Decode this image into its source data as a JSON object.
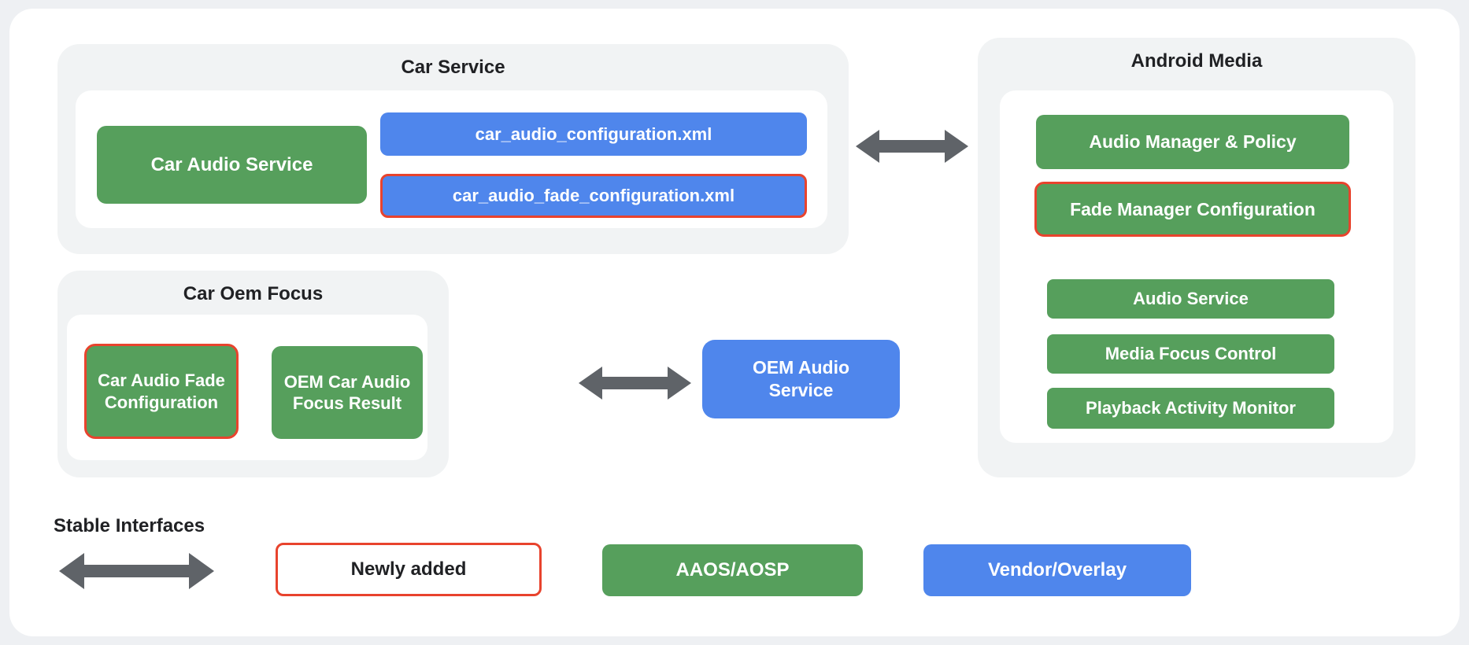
{
  "diagram": {
    "car_service": {
      "title": "Car Service",
      "car_audio_service_label": "Car Audio Service",
      "config_xml_label": "car_audio_configuration.xml",
      "fade_config_xml_label": "car_audio_fade_configuration.xml"
    },
    "android_media": {
      "title": "Android Media",
      "boxes": [
        {
          "label": "Audio Manager & Policy",
          "highlight": false
        },
        {
          "label": "Fade Manager Configuration",
          "highlight": true
        },
        {
          "label": "Audio Service",
          "highlight": false
        },
        {
          "label": "Media Focus Control",
          "highlight": false
        },
        {
          "label": "Playback Activity Monitor",
          "highlight": false
        }
      ]
    },
    "car_oem_focus": {
      "title": "Car Oem Focus",
      "fade_configuration_label": "Car Audio Fade Configuration",
      "focus_result_label": "OEM Car Audio Focus Result"
    },
    "oem_audio_service_label": "OEM Audio Service",
    "legend": {
      "stable_interfaces_label": "Stable Interfaces",
      "newly_added_label": "Newly added",
      "aaos_aosp_label": "AAOS/AOSP",
      "vendor_overlay_label": "Vendor/Overlay"
    },
    "colors": {
      "aosp_green": "#569f5c",
      "vendor_overlay_blue": "#4f86ec",
      "newly_added_red": "#e8432d",
      "arrow_gray": "#5f6368",
      "section_background": "#f1f3f4",
      "text_dark": "#202124"
    }
  }
}
